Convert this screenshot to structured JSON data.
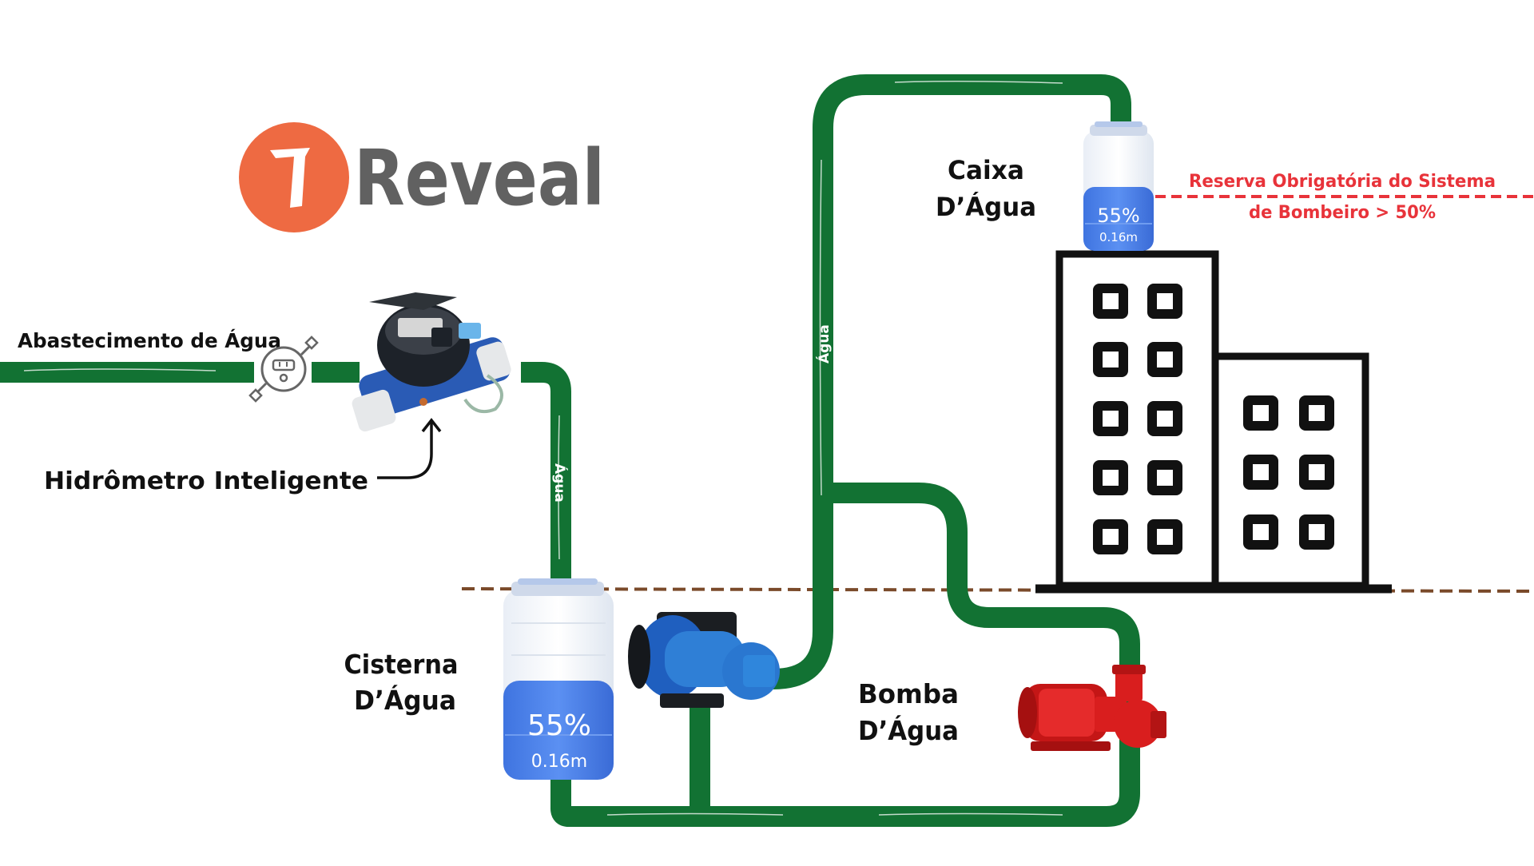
{
  "logo": {
    "text": "Reveal",
    "color": "#ee6a42",
    "text_color": "#616161"
  },
  "labels": {
    "supply": "Abastecimento de Água",
    "meter": "Hidrômetro Inteligente",
    "cistern_line1": "Cisterna",
    "cistern_line2": "D’Água",
    "tank_line1": "Caixa",
    "tank_line2": "D’Água",
    "pump_line1": "Bomba",
    "pump_line2": "D’Água",
    "reserve_line1": "Reserva Obrigatória do Sistema",
    "reserve_line2": "de Bombeiro > 50%",
    "pipe_label_1": "Água",
    "pipe_label_2": "Água"
  },
  "cistern": {
    "level_percent": "55%",
    "level_height": "0.16m",
    "fill_fraction": 0.55
  },
  "tank": {
    "level_percent": "55%",
    "level_height": "0.16m",
    "fill_fraction": 0.55
  },
  "colors": {
    "pipe": "#127233",
    "water": "#4b82ec",
    "reserve_line": "#e8333a",
    "ground_line": "#7a4a2a",
    "building": "#111111",
    "fire_pump": "#d91e1e",
    "pump": "#2f7fd6"
  }
}
